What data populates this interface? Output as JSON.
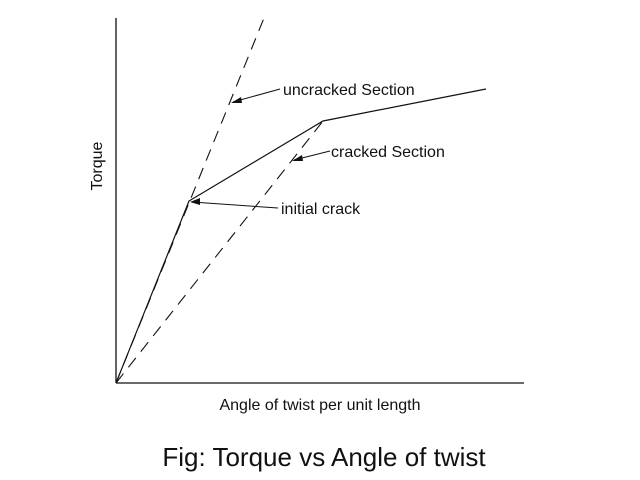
{
  "figure": {
    "caption": "Fig: Torque vs Angle of twist"
  },
  "axes": {
    "xlabel": "Angle of twist per unit length",
    "ylabel": "Torque"
  },
  "annotations": {
    "uncracked": "uncracked Section",
    "cracked": "cracked Section",
    "initial_crack": "initial crack"
  },
  "curves": {
    "uncracked_line_style": "dashed",
    "cracked_line_style": "dashed",
    "actual_response_style": "solid"
  }
}
